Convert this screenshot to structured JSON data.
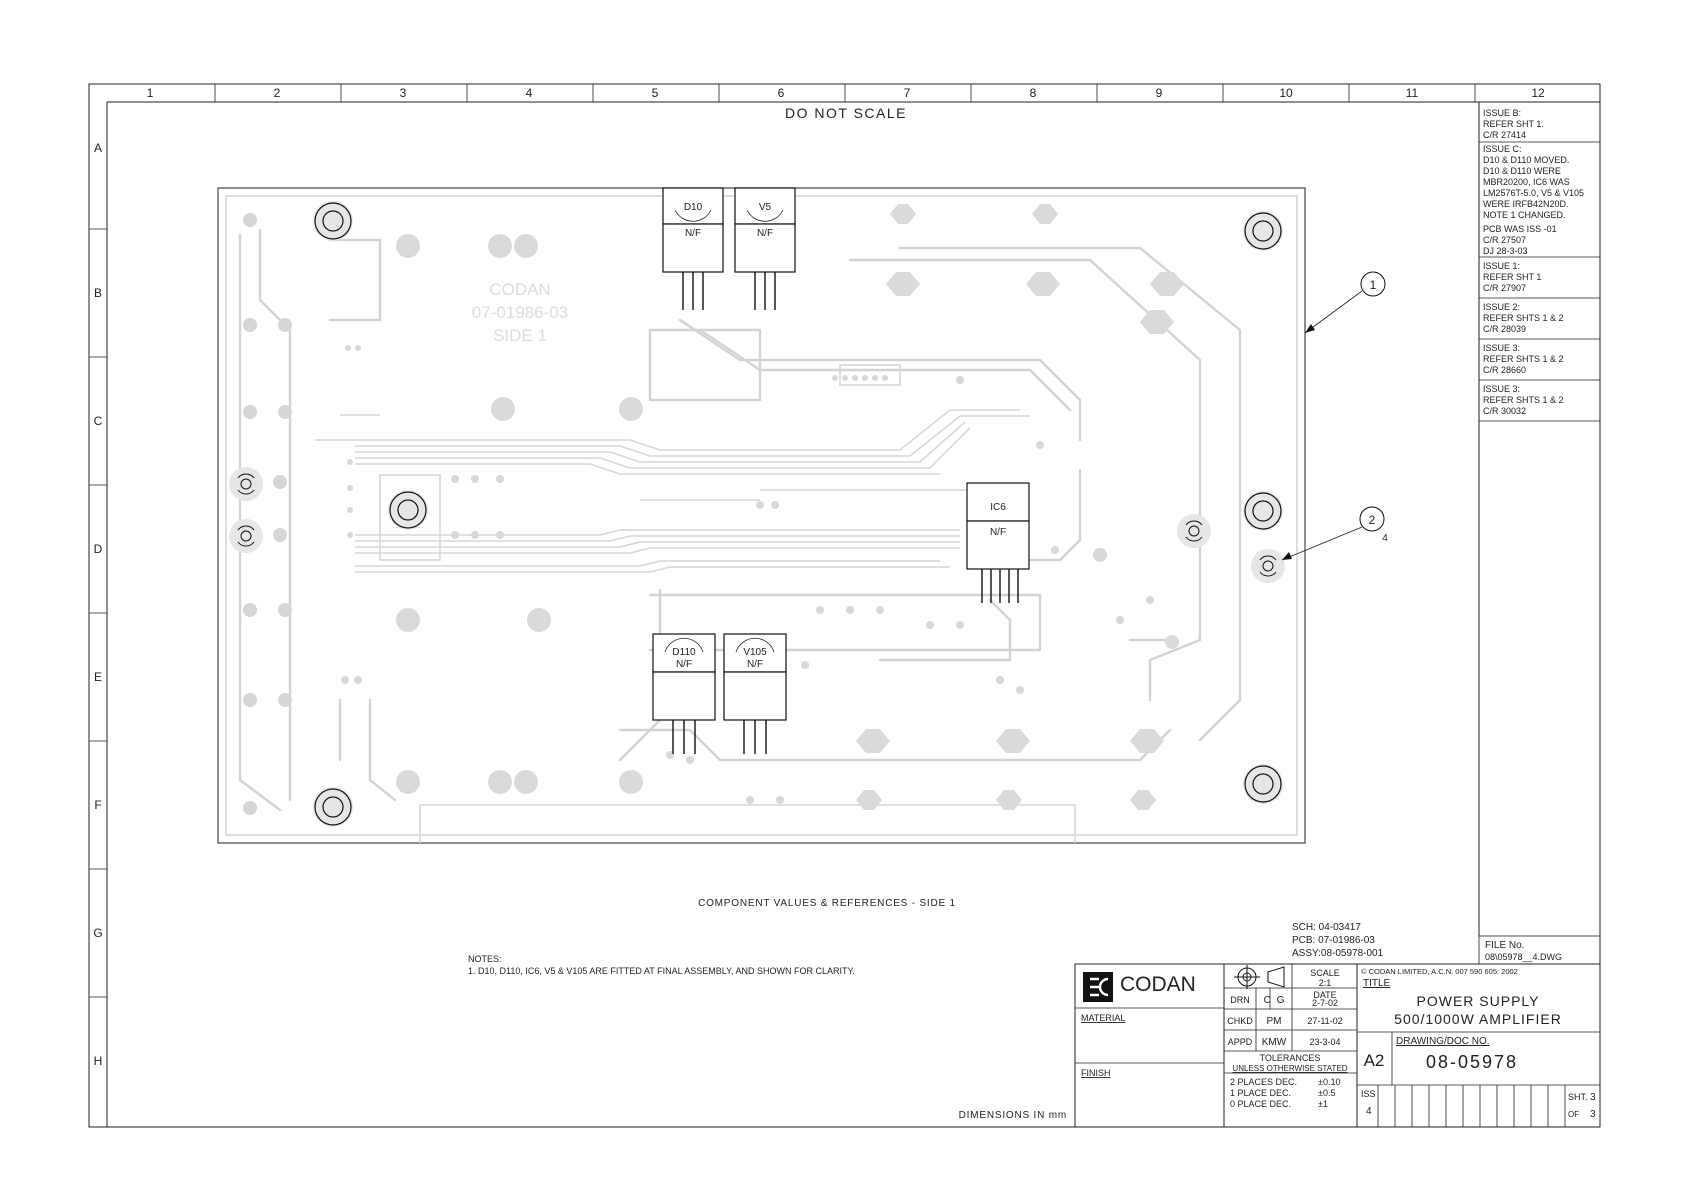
{
  "border": {
    "columns": [
      "1",
      "2",
      "3",
      "4",
      "5",
      "6",
      "7",
      "8",
      "9",
      "10",
      "11",
      "12"
    ],
    "rows": [
      "A",
      "B",
      "C",
      "D",
      "E",
      "F",
      "G",
      "H"
    ]
  },
  "header_note": "DO NOT SCALE",
  "pcb_silkscreen": [
    "CODAN",
    "07-01986-03",
    "SIDE 1"
  ],
  "components": [
    {
      "ref": "D10",
      "label": "N/F"
    },
    {
      "ref": "V5",
      "label": "N/F"
    },
    {
      "ref": "IC6",
      "label": "N/F"
    },
    {
      "ref": "D110",
      "label": "N/F"
    },
    {
      "ref": "V105",
      "label": "N/F"
    }
  ],
  "callouts": [
    {
      "number": "1"
    },
    {
      "number": "2",
      "qty": "4"
    }
  ],
  "view_caption": "COMPONENT VALUES & REFERENCES - SIDE 1",
  "notes": {
    "heading": "NOTES:",
    "items": [
      "1.  D10, D110, IC6, V5 & V105 ARE FITTED AT FINAL ASSEMBLY, AND SHOWN FOR CLARITY."
    ]
  },
  "references": {
    "sch": "SCH: 04-03417",
    "pcb": "PCB: 07-01986-03",
    "assy": "ASSY:08-05978-001"
  },
  "dimensions_note": "DIMENSIONS IN mm",
  "revisions": [
    {
      "lines": [
        "ISSUE B:",
        "REFER SHT 1.",
        "C/R 27414"
      ]
    },
    {
      "lines": [
        "ISSUE C:",
        "D10 & D110 MOVED.",
        "D10 & D110 WERE",
        "MBR20200, IC6 WAS",
        "LM2576T-5.0, V5 & V105",
        "WERE IRFB42N20D.",
        "NOTE 1 CHANGED.",
        "PCB WAS ISS -01",
        "C/R 27507",
        "DJ 28-3-03"
      ]
    },
    {
      "lines": [
        "ISSUE 1:",
        "REFER SHT 1",
        "C/R 27907"
      ]
    },
    {
      "lines": [
        "ISSUE 2:",
        "REFER SHTS 1 & 2",
        "C/R 28039"
      ]
    },
    {
      "lines": [
        "ISSUE 3:",
        "REFER SHTS 1 & 2",
        "C/R 28660"
      ]
    },
    {
      "lines": [
        "ISSUE 3:",
        "REFER SHTS 1 & 2",
        "C/R 30032"
      ]
    }
  ],
  "file_no": {
    "label": "FILE No.",
    "value": "08\\05978__4.DWG"
  },
  "title_block": {
    "company": "CODAN",
    "material_label": "MATERIAL",
    "finish_label": "FINISH",
    "scale_label": "SCALE",
    "scale_value": "2:1",
    "date_label": "DATE",
    "drn_label": "DRN",
    "drn_by": "C G",
    "drn_date": "2-7-02",
    "chkd_label": "CHKD",
    "chkd_by": "PM",
    "chkd_date": "27-11-02",
    "appd_label": "APPD",
    "appd_by": "KMW",
    "appd_date": "23-3-04",
    "tolerances_title": "TOLERANCES",
    "tolerances_sub": "UNLESS OTHERWISE STATED",
    "tol_2_label": "2 PLACES DEC.",
    "tol_2_value": "±0.10",
    "tol_1_label": "1 PLACE DEC.",
    "tol_1_value": "±0.5",
    "tol_0_label": "0 PLACE DEC.",
    "tol_0_value": "±1",
    "copyright": "© CODAN LIMITED, A.C.N. 007 590 605: 2002",
    "title_label": "TITLE",
    "title_line1": "POWER SUPPLY",
    "title_line2": "500/1000W AMPLIFIER",
    "drawing_no_label": "DRAWING/DOC NO.",
    "size": "A2",
    "drawing_no": "08-05978",
    "iss_label": "ISS",
    "iss_value": "4",
    "sht_label": "SHT.",
    "sht_value": "3",
    "of_label": "OF",
    "of_value": "3"
  }
}
